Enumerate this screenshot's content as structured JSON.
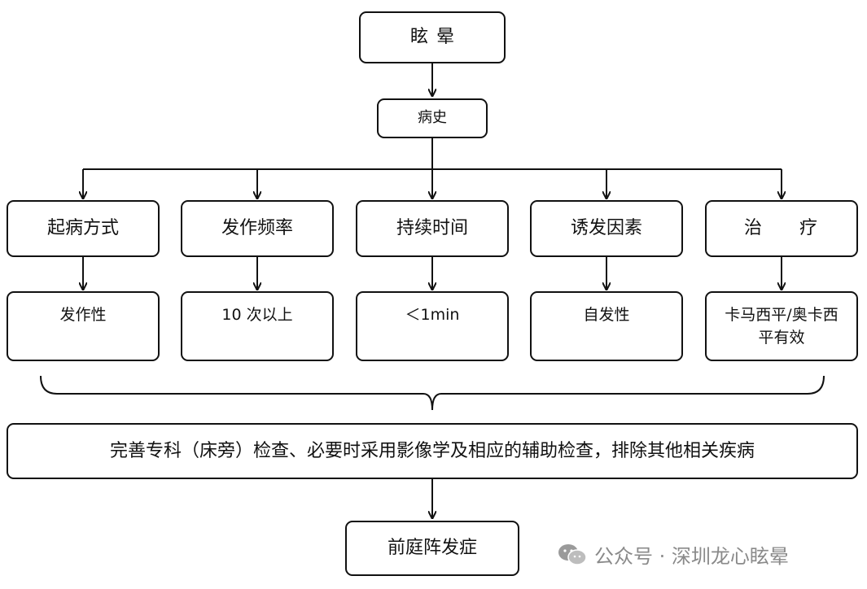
{
  "flowchart": {
    "title": "眩晕",
    "history": "病史",
    "categories": [
      {
        "label": "起病方式",
        "finding": "发作性"
      },
      {
        "label": "发作频率",
        "finding": "10 次以上"
      },
      {
        "label": "持续时间",
        "finding": "＜1min"
      },
      {
        "label": "诱发因素",
        "finding": "自发性"
      },
      {
        "label_left": "治",
        "label_right": "疗",
        "finding": "卡马西平/奥卡西平有效"
      }
    ],
    "examination": "完善专科（床旁）检查、必要时采用影像学及相应的辅助检查，排除其他相关疾病",
    "diagnosis": "前庭阵发症"
  },
  "watermark": {
    "text": "公众号 · 深圳龙心眩晕",
    "icon": "wechat-icon",
    "color": "#8a8a8a"
  }
}
